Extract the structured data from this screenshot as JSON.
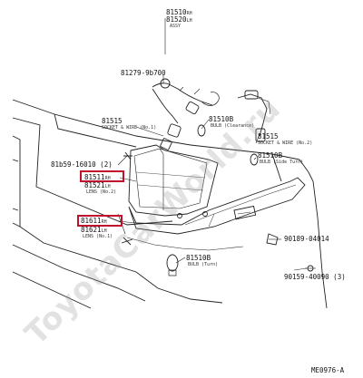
{
  "callouts": [
    {
      "id": "top1",
      "part": "81510",
      "note": "RH"
    },
    {
      "id": "top2",
      "part": "81520",
      "note": "LH"
    },
    {
      "id": "top_note",
      "part": "",
      "note": "ASSY"
    },
    {
      "id": "screw",
      "part": "81279-9b700",
      "note": ""
    },
    {
      "id": "socket_lh",
      "part": "81515",
      "note": "SOCKET & WIRE (No.1)"
    },
    {
      "id": "bulb_lh",
      "part": "81510B",
      "note": "BULB (Clearance)"
    },
    {
      "id": "socket_rh",
      "part": "81515",
      "note": "SOCKET & WIRE (No.2)"
    },
    {
      "id": "bulb_side",
      "part": "81510B",
      "note": "BULB (Side Turn)"
    },
    {
      "id": "bolt",
      "part": "81b59-16010 (2)",
      "note": ""
    },
    {
      "id": "lens1",
      "part": "81511",
      "note": "RH"
    },
    {
      "id": "lens1b",
      "part": "81521",
      "note": "LH"
    },
    {
      "id": "lens1c",
      "part": "",
      "note": "LENS (No.2)"
    },
    {
      "id": "lens2",
      "part": "81611",
      "note": "RH"
    },
    {
      "id": "lens2b",
      "part": "81621",
      "note": "LH"
    },
    {
      "id": "lens2c",
      "part": "",
      "note": "LENS (No.1)"
    },
    {
      "id": "clip",
      "part": "90189-04014",
      "note": ""
    },
    {
      "id": "bulb_bottom",
      "part": "81510B",
      "note": "BULB (Turn)"
    },
    {
      "id": "screw2",
      "part": "90159-40090 (3)",
      "note": ""
    }
  ],
  "diagram_code": "ME0976-A",
  "watermark": "ToyotaCarWorld.ru"
}
